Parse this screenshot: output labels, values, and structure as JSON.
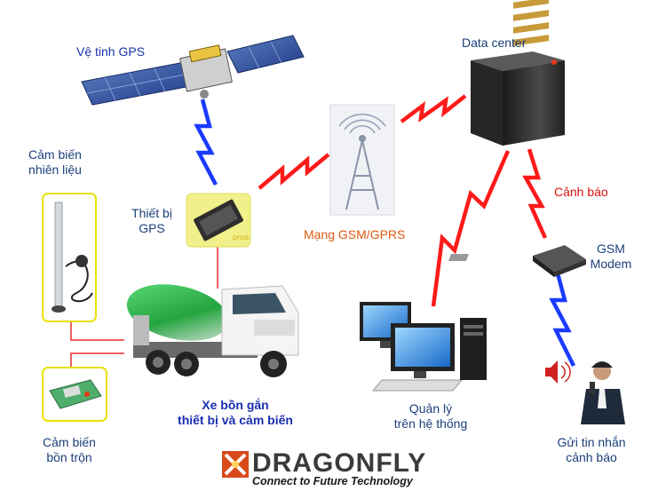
{
  "labels": {
    "gps_satellite": "Vệ tinh GPS",
    "data_center": "Data center",
    "fuel_sensor_line1": "Cảm biến",
    "fuel_sensor_line2": "nhiên liệu",
    "gps_device_line1": "Thiết bị",
    "gps_device_line2": "GPS",
    "gsm_network": "Mạng GSM/GPRS",
    "alert": "Cảnh báo",
    "gsm_modem_line1": "GSM",
    "gsm_modem_line2": "Modem",
    "truck_line1": "Xe bồn gắn",
    "truck_line2": "thiết bị và cảm biến",
    "management_line1": "Quản lý",
    "management_line2": "trên hệ thống",
    "mixer_sensor_line1": "Cảm biến",
    "mixer_sensor_line2": "bồn trộn",
    "send_alert_line1": "Gửi tin nhắn",
    "send_alert_line2": "cảnh báo"
  },
  "logo": {
    "brand": "DRAGONFLY",
    "tagline": "Connect to Future Technology"
  },
  "device_label": "DF209",
  "colors": {
    "blue_link": "#1a3aff",
    "red_link": "#ff1a1a",
    "connector": "#f05050",
    "highlight_box": "#f2f08a"
  }
}
